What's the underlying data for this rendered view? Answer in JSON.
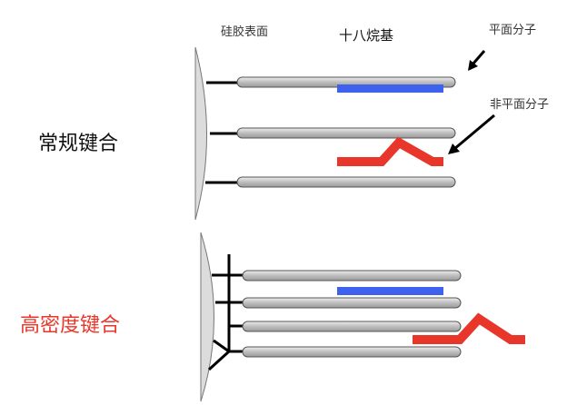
{
  "labels": {
    "silica_surface": "硅胶表面",
    "c18": "十八烷基",
    "planar": "平面分子",
    "nonplanar": "非平面分子",
    "conventional": "常规键合",
    "high_density": "高密度键合"
  },
  "colors": {
    "planar_molecule": "#3f62ee",
    "nonplanar_molecule": "#e8372a",
    "high_density_label": "#e8372a",
    "surface_fill": "#dcdcdc",
    "chain_fill": "#c4c4c4"
  },
  "panels": [
    {
      "name": "conventional-bonding",
      "chain_count": 3
    },
    {
      "name": "high-density-bonding",
      "chain_count": 4
    }
  ]
}
